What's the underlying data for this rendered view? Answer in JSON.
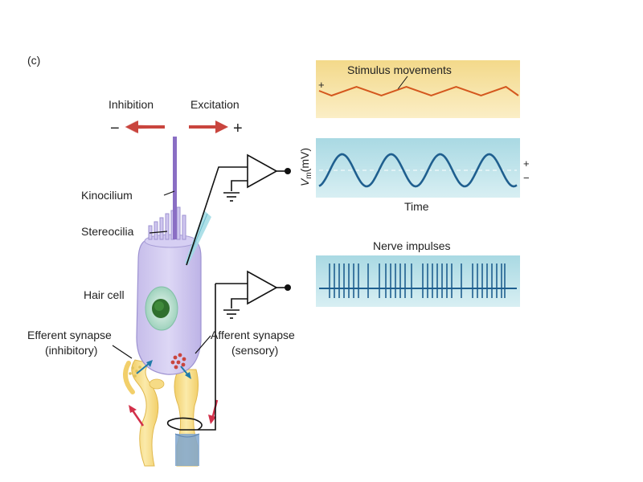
{
  "panel_label": "(c)",
  "direction": {
    "inhibition": "Inhibition",
    "excitation": "Excitation",
    "minus": "−",
    "plus": "+"
  },
  "labels": {
    "kinocilium": "Kinocilium",
    "stereocilia": "Stereocilia",
    "hair_cell": "Hair cell",
    "efferent_line1": "Efferent synapse",
    "efferent_line2": "(inhibitory)",
    "afferent_line1": "Afferent synapse",
    "afferent_line2": "(sensory)"
  },
  "traces": {
    "stimulus_title": "Stimulus movements",
    "stimulus_plus": "+",
    "vm_axis_v": "V",
    "vm_axis_sub": "m",
    "vm_axis_unit": "(mV)",
    "vm_plus": "+",
    "vm_minus": "−",
    "time": "Time",
    "nerve_title": "Nerve impulses"
  },
  "colors": {
    "stimulus_bg": "#f7e3a6",
    "stimulus_line": "#d4571e",
    "vm_bg": "#bfe3ea",
    "vm_line": "#1f5f8f",
    "nerve_bg": "#bfe3ea",
    "nerve_line": "#1f5f8f",
    "arrow_red": "#c9453e",
    "hair_cell": "#c9c1ea",
    "kinocilium": "#8a6ec4",
    "nerve_fiber": "#f6db86"
  }
}
